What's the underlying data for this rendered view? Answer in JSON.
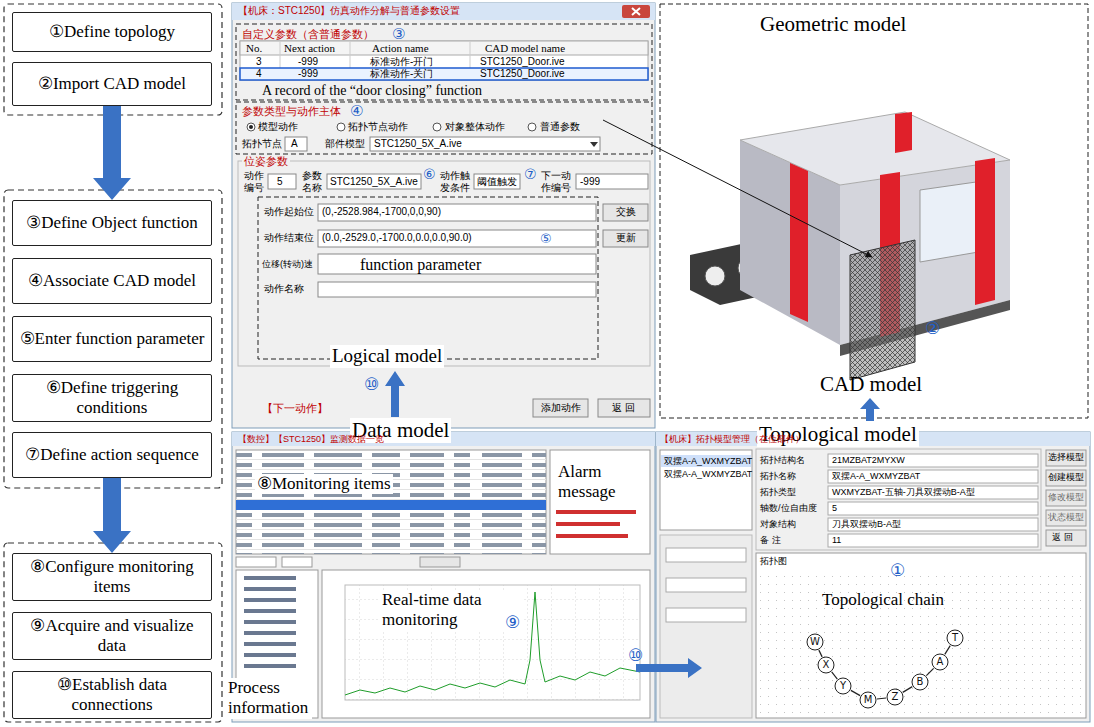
{
  "diagram": {
    "nodes": [
      {
        "text": [
          "①Define topology"
        ]
      },
      {
        "text": [
          "②Import CAD model"
        ]
      },
      {
        "text": [
          "③Define Object function"
        ]
      },
      {
        "text": [
          "④Associate CAD model"
        ]
      },
      {
        "text": [
          "⑤Enter function parameter"
        ]
      },
      {
        "text": [
          "⑥Define triggering conditions"
        ]
      },
      {
        "text": [
          "⑦Define action sequence"
        ]
      },
      {
        "text": [
          "⑧Configure monitoring items"
        ]
      },
      {
        "text": [
          "⑨Acquire and visualize data"
        ]
      },
      {
        "text": [
          "⑩Establish data connections"
        ]
      },
      {
        "text": [
          "W"
        ]
      },
      {
        "text": [
          "X"
        ]
      },
      {
        "text": [
          "Y"
        ]
      },
      {
        "text": [
          "M"
        ]
      },
      {
        "text": [
          "Z"
        ]
      },
      {
        "text": [
          "B"
        ]
      },
      {
        "text": [
          "A"
        ]
      },
      {
        "text": [
          "T"
        ]
      }
    ],
    "edges": [
      {
        "from": 1,
        "to": 2,
        "arrow": "to"
      },
      {
        "from": 6,
        "to": 7,
        "arrow": "to"
      },
      {
        "from": 10,
        "to": 11,
        "arrow": "none"
      },
      {
        "from": 11,
        "to": 12,
        "arrow": "none"
      },
      {
        "from": 12,
        "to": 13,
        "arrow": "none"
      },
      {
        "from": 13,
        "to": 14,
        "arrow": "none"
      },
      {
        "from": 14,
        "to": 15,
        "arrow": "none"
      },
      {
        "from": 15,
        "to": 16,
        "arrow": "none"
      },
      {
        "from": 16,
        "to": 17,
        "arrow": "none"
      }
    ],
    "labels": [
      "【机床：STC1250】仿真动作分解与普通参数设置",
      "自定义参数（含普通参数）",
      "③",
      "No.",
      "Next action",
      "Action name",
      "CAD model name",
      "3",
      "-999",
      "标准动作-开门",
      "STC1250_Door.ive",
      "4",
      "-999",
      "标准动作-关门",
      "STC1250_Door.ive",
      "A record of the “door closing” function",
      "参数类型与动作主体",
      "④",
      "模型动作",
      "拓扑节点动作",
      "对象整体动作",
      "普通参数",
      "拓扑节点",
      "A",
      "部件模型",
      "STC1250_5X_A.ive",
      "位姿参数",
      "动作编号",
      "5",
      "参数名称",
      "STC1250_5X_A.ive",
      "⑥",
      "动作触发条件",
      "阈值触发",
      "⑦",
      "下一动作编号",
      "-999",
      "动作起始位",
      "(0,-2528.984,-1700,0,0,90)",
      "交换",
      "动作结束位",
      "(0.0,-2529.0,-1700.0,0.0,0.0,90.0)",
      "⑤",
      "更新",
      "位移(转动)速",
      "function parameter",
      "动作名称",
      "Logical model",
      "⑩",
      "【下一动作】",
      "添加动作",
      "返 回",
      "Geometric model",
      "②",
      "CAD model",
      "Topological model",
      "Data model",
      "【数控】【STC1250】监测数据一览",
      "⑧Monitoring items",
      "Alarm message",
      "Real-time data monitoring",
      "⑨",
      "Process information",
      "⑩",
      "【机床】拓扑模型管理（在位部件）",
      "双摆A-A_WXMYZBAT",
      "双摆A-A_WXMYZBAT",
      "拓扑结构名",
      "21MZBAT2MYXW",
      "拓扑名称",
      "双摆A-A_WXMYZBAT",
      "拓扑类型",
      "WXMYZBAT-五轴-刀具双摆动B-A型",
      "轴数/位自由度",
      "5",
      "对象结构",
      "刀具双摆动B-A型",
      "备 注",
      "11",
      "选择模型",
      "创建模型",
      "修改模型",
      "状态模型",
      "返 回",
      "拓扑图",
      "①",
      "Topological chain"
    ]
  }
}
